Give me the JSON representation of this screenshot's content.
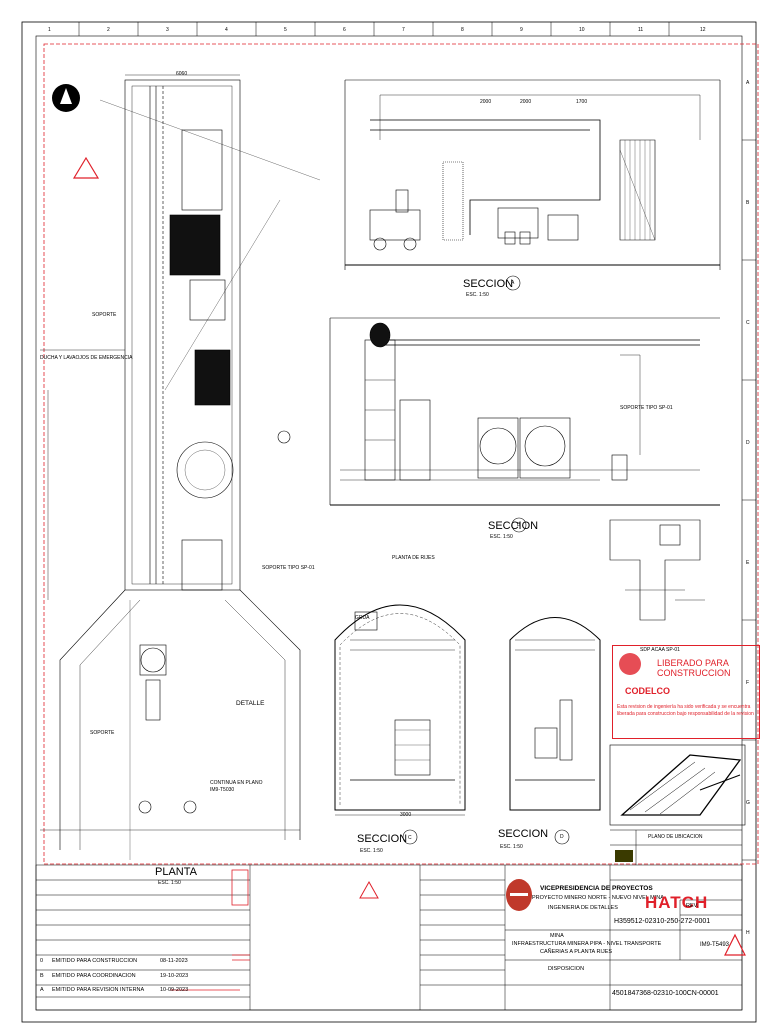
{
  "sheet": {
    "border_color": "#e0202a",
    "grid_numbers": [
      "1",
      "2",
      "3",
      "4",
      "5",
      "6",
      "7",
      "8",
      "9",
      "10",
      "11",
      "12"
    ],
    "grid_letters": [
      "A",
      "B",
      "C",
      "D",
      "E",
      "F",
      "G",
      "H"
    ]
  },
  "views": {
    "planta": {
      "title": "PLANTA",
      "scale": "ESC. 1:50"
    },
    "seccion_a": {
      "title": "SECCION",
      "tag": "A",
      "scale": "ESC. 1:50"
    },
    "seccion_b": {
      "title": "SECCION",
      "tag": "B",
      "scale": "ESC. 1:50"
    },
    "seccion_c": {
      "title": "SECCION",
      "tag": "C",
      "scale": "ESC. 1:50"
    },
    "seccion_d": {
      "title": "SECCION",
      "tag": "D",
      "scale": "ESC. 1:50"
    },
    "det": {
      "title": "DETALLE"
    },
    "ubicacion": {
      "title": "PLANO DE UBICACION"
    }
  },
  "labels": {
    "ducha": "DUCHA Y LAVAOJOS DE EMERGENCIA",
    "soporte": "SOPORTE",
    "soporte_tipo_sp01": "SOPORTE TIPO SP-01",
    "continua": "CONTINUA EN PLANO",
    "continua_ref": "IM9-T5030",
    "planta_rijes": "PLANTA DE RIJES",
    "sdp": "SDP ACAA SP-01",
    "grua": "GRUA",
    "dim_6060": "6060",
    "dim_2000": "2000",
    "dim_1700": "1700",
    "dim_3000": "3000"
  },
  "stamp": {
    "title": "LIBERADO PARA CONSTRUCCION",
    "company": "CODELCO",
    "note": "Esta revision de ingeniería ha sido verificada y se encuentra liberada para construccion bajo responsabilidad de la revision"
  },
  "title_block": {
    "client": "VICEPRESIDENCIA DE PROYECTOS",
    "project": "PROYECTO MINERO NORTE - NUEVO NIVEL MINA",
    "engineering": "INGENIERIA DE DETALLES",
    "area": "MINA",
    "description_1": "INFRAESTRUCTURA MINERA PIPA - NIVEL TRANSPORTE",
    "description_2": "CAÑERIAS A PLANTA RIJES",
    "description_3": "DISPOSICION",
    "drawing_no_hatch": "H359512-02310-250-272-0001",
    "drawing_no_client": "4501847368-02310-100CN-00001",
    "sheet_ref": "IM9-T5493",
    "consultant": "HATCH",
    "revision_label": "REV."
  },
  "revisions": [
    {
      "rev": "0",
      "desc": "EMITIDO PARA CONSTRUCCION",
      "date": "08-11-2023"
    },
    {
      "rev": "B",
      "desc": "EMITIDO PARA COORDINACION",
      "date": "19-10-2023"
    },
    {
      "rev": "A",
      "desc": "EMITIDO PARA REVISION INTERNA",
      "date": "10-09-2023"
    }
  ]
}
